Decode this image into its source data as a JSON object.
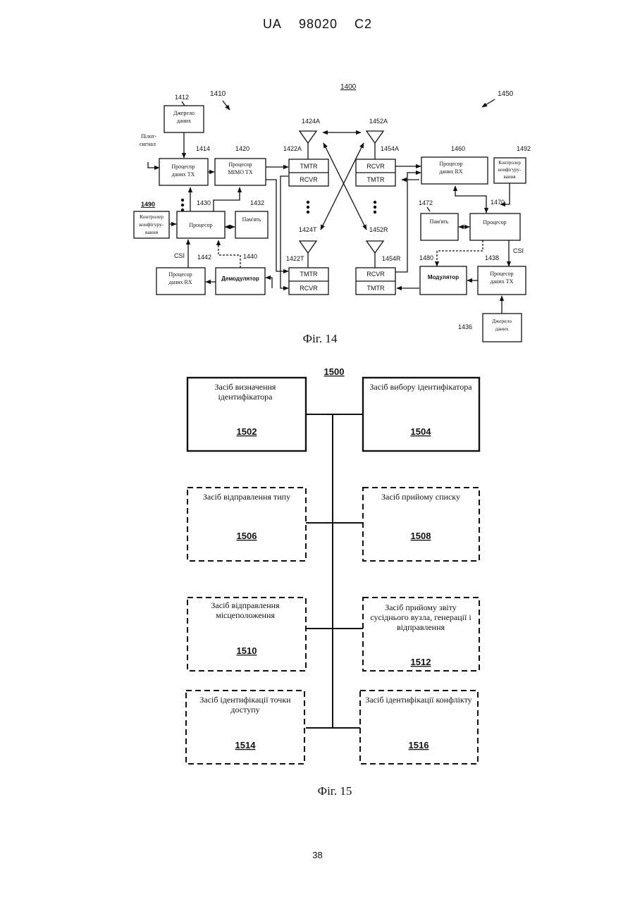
{
  "header": {
    "country": "UA",
    "number": "98020",
    "kind": "C2"
  },
  "page_number": "38",
  "fig14": {
    "caption": "Фіг. 14",
    "ref_main": "1400",
    "ref_1410": "1410",
    "ref_1450": "1450",
    "pilot_1": "Пілот-",
    "pilot_2": "сигнал",
    "csi_left": "CSI",
    "csi_right": "CSI",
    "blocks": {
      "b1412": {
        "ref": "1412",
        "l1": "Джерело",
        "l2": "даних"
      },
      "b1414": {
        "ref": "1414",
        "l1": "Процесор",
        "l2": "даних TX"
      },
      "b1420": {
        "ref": "1420",
        "l1": "Процесор",
        "l2": "MIMO TX"
      },
      "b1422A": {
        "ref": "1422A",
        "top": "TMTR",
        "bottom": "RCVR"
      },
      "b1424A": {
        "ref": "1424A"
      },
      "b1452A": {
        "ref": "1452A"
      },
      "b1454A": {
        "ref": "1454A",
        "top": "RCVR",
        "bottom": "TMTR"
      },
      "b1460": {
        "ref": "1460",
        "l1": "Процесор",
        "l2": "даних RX"
      },
      "b1492": {
        "ref": "1492",
        "l1": "Контролер",
        "l2": "конфігуру-",
        "l3": "вання"
      },
      "b1490": {
        "ref": "1490",
        "l1": "Контролер",
        "l2": "конфігуру-",
        "l3": "вання"
      },
      "b1430": {
        "ref": "1430",
        "l1": "Процесор"
      },
      "b1432": {
        "ref": "1432",
        "l1": "Пам'ять"
      },
      "b1472": {
        "ref": "1472",
        "l1": "Пам'ять"
      },
      "b1470": {
        "ref": "1470",
        "l1": "Процесор"
      },
      "b1424T": {
        "ref": "1424T"
      },
      "b1452R": {
        "ref": "1452R"
      },
      "b1442": {
        "ref": "1442",
        "l1": "Процесор",
        "l2": "даних RX"
      },
      "b1440": {
        "ref": "1440",
        "l1": "Демодулятор"
      },
      "b1422T": {
        "ref": "1422T",
        "top": "TMTR",
        "bottom": "RCVR"
      },
      "b1454R": {
        "ref": "1454R",
        "top": "RCVR",
        "bottom": "TMTR"
      },
      "b1480": {
        "ref": "1480",
        "l1": "Модулятор"
      },
      "b1438": {
        "ref": "1438",
        "l1": "Процесор",
        "l2": "даних TX"
      },
      "b1436": {
        "ref": "1436",
        "l1": "Джерело",
        "l2": "даних"
      }
    }
  },
  "fig15": {
    "caption": "Фіг. 15",
    "ref_main": "1500",
    "blocks": [
      {
        "ref": "1502",
        "l1": "Засіб визначення",
        "l2": "ідентифікатора",
        "l3": ""
      },
      {
        "ref": "1504",
        "l1": "Засіб вибору ідентифікатора",
        "l2": "",
        "l3": ""
      },
      {
        "ref": "1506",
        "l1": "Засіб відправлення типу",
        "l2": "",
        "l3": ""
      },
      {
        "ref": "1508",
        "l1": "Засіб прийому списку",
        "l2": "",
        "l3": ""
      },
      {
        "ref": "1510",
        "l1": "Засіб відправлення",
        "l2": "місцеположення",
        "l3": ""
      },
      {
        "ref": "1512",
        "l1": "Засіб прийому звіту",
        "l2": "сусіднього вузла, генерації і",
        "l3": "відправлення"
      },
      {
        "ref": "1514",
        "l1": "Засіб ідентифікації точки",
        "l2": "доступу",
        "l3": ""
      },
      {
        "ref": "1516",
        "l1": "Засіб ідентифікації конфлікту",
        "l2": "",
        "l3": ""
      }
    ]
  }
}
